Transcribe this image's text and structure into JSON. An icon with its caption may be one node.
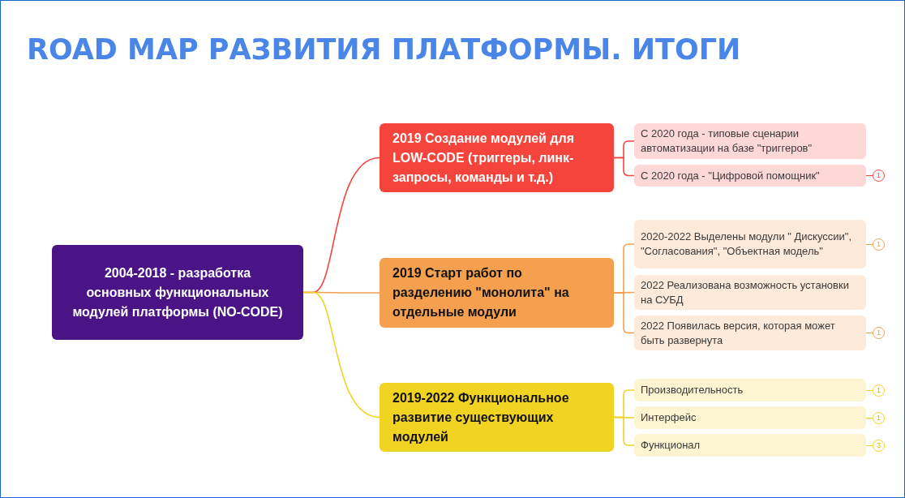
{
  "diagram": {
    "title": "ROAD MAP РАЗВИТИЯ ПЛАТФОРМЫ. ИТОГИ",
    "nodes": [
      {
        "text": [
          "2004-2018 - разработка основных функциональных модулей платформы (NO-CODE)"
        ]
      },
      {
        "text": [
          "2019 Создание модулей для LOW-CODE (триггеры, линк-запросы, команды и т.д.)"
        ]
      },
      {
        "text": [
          "2019 Старт работ по разделению \"монолита\" на отдельные модули"
        ]
      },
      {
        "text": [
          "2019-2022 Функциональное развитие существующих модулей"
        ]
      },
      {
        "text": [
          "С 2020 года - типовые сценарии автоматизации на базе \"триггеров\""
        ]
      },
      {
        "text": [
          "С 2020 года - \"Цифровой помощник\""
        ],
        "beside": [
          "1"
        ]
      },
      {
        "text": [
          "2020-2022 Выделены модули \" Дискуссии\", \"Согласования\", \"Объектная модель\""
        ],
        "beside": [
          "1"
        ]
      },
      {
        "text": [
          "2022 Реализована возможность установки на СУБД"
        ]
      },
      {
        "text": [
          "2022 Появилась версия, которая может быть развернута"
        ],
        "beside": [
          "1"
        ]
      },
      {
        "text": [
          "Производительность"
        ],
        "beside": [
          "1"
        ]
      },
      {
        "text": [
          "Интерфейс"
        ],
        "beside": [
          "1"
        ]
      },
      {
        "text": [
          "Функционал"
        ],
        "beside": [
          "3"
        ]
      }
    ],
    "edges": [
      {
        "from": 0,
        "to": 1,
        "arrow": "none",
        "color": "#f5443b"
      },
      {
        "from": 0,
        "to": 2,
        "arrow": "none",
        "color": "#f5a04e"
      },
      {
        "from": 0,
        "to": 3,
        "arrow": "none",
        "color": "#f1d321"
      },
      {
        "from": 1,
        "to": 4,
        "arrow": "none",
        "color": "#f5443b"
      },
      {
        "from": 1,
        "to": 5,
        "arrow": "none",
        "color": "#f5443b"
      },
      {
        "from": 2,
        "to": 6,
        "arrow": "none",
        "color": "#f5a04e"
      },
      {
        "from": 2,
        "to": 7,
        "arrow": "none",
        "color": "#f5a04e"
      },
      {
        "from": 2,
        "to": 8,
        "arrow": "none",
        "color": "#f5a04e"
      },
      {
        "from": 3,
        "to": 9,
        "arrow": "none",
        "color": "#f1d321"
      },
      {
        "from": 3,
        "to": 10,
        "arrow": "none",
        "color": "#f1d321"
      },
      {
        "from": 3,
        "to": 11,
        "arrow": "none",
        "color": "#f1d321"
      }
    ]
  }
}
